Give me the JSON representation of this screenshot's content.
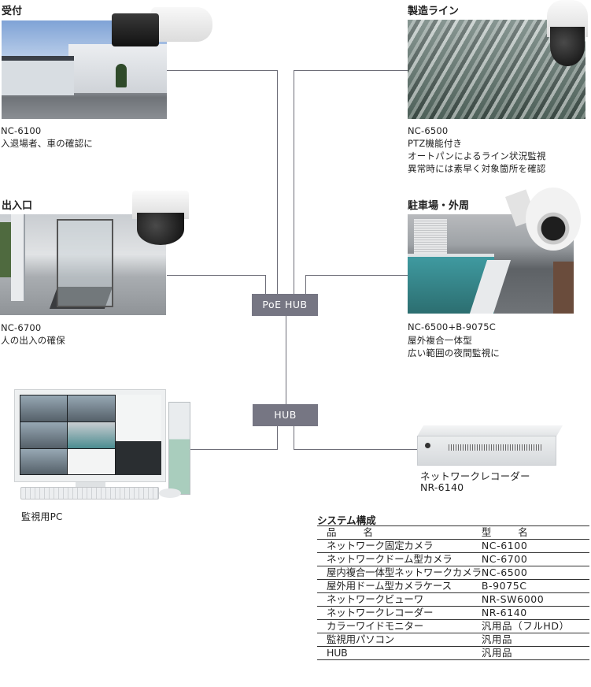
{
  "cameras": {
    "reception": {
      "title": "受付",
      "model": "NC-6100",
      "lines": [
        "入退場者、車の確認に"
      ]
    },
    "factory": {
      "title": "製造ライン",
      "model": "NC-6500",
      "lines": [
        "PTZ機能付き",
        "オートパンによるライン状況監視",
        "異常時には素早く対象箇所を確認"
      ]
    },
    "entrance": {
      "title": "出入口",
      "model": "NC-6700",
      "lines": [
        "人の出入の確保"
      ]
    },
    "parking": {
      "title": "駐車場・外周",
      "model": "NC-6500+B-9075C",
      "lines": [
        "屋外複合一体型",
        "広い範囲の夜間監視に"
      ]
    }
  },
  "hubs": {
    "poe": "PoE HUB",
    "hub": "HUB"
  },
  "pc": {
    "label": "監視用PC"
  },
  "recorder": {
    "label": "ネットワークレコーダー",
    "model": "NR-6140"
  },
  "system": {
    "title": "システム構成",
    "headers": [
      "品 名",
      "型 名"
    ],
    "rows": [
      [
        "ネットワーク固定カメラ",
        "NC-6100"
      ],
      [
        "ネットワークドーム型カメラ",
        "NC-6700"
      ],
      [
        "屋内複合一体型ネットワークカメラ",
        "NC-6500"
      ],
      [
        "屋外用ドーム型カメラケース",
        "B-9075C"
      ],
      [
        "ネットワークビューワ",
        "NR-SW6000"
      ],
      [
        "ネットワークレコーダー",
        "NR-6140"
      ],
      [
        "カラーワイドモニター",
        "汎用品（フルHD）"
      ],
      [
        "監視用パソコン",
        "汎用品"
      ],
      [
        "HUB",
        "汎用品"
      ]
    ]
  },
  "colors": {
    "hub_fill": "#767683",
    "line": "#6e6e78"
  }
}
